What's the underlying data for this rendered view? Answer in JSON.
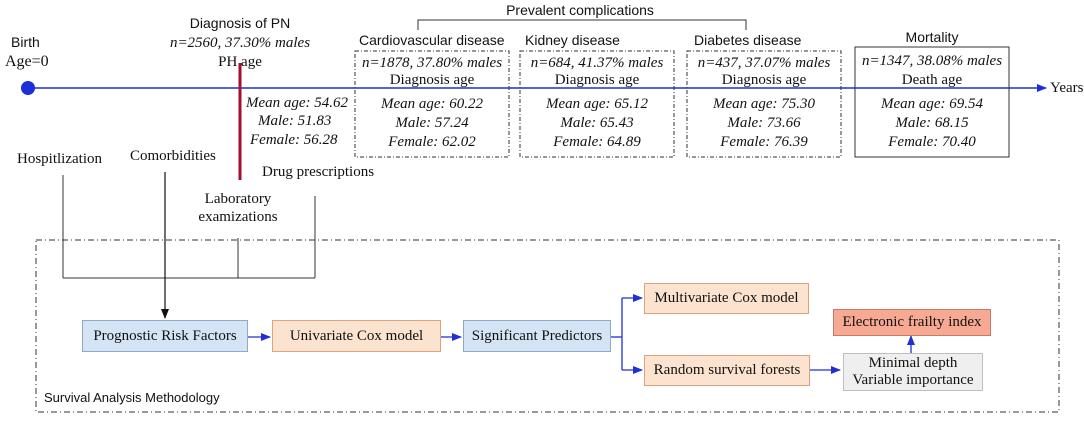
{
  "timeline": {
    "birth_label": "Birth",
    "age_label": "Age=0",
    "years_label": "Years"
  },
  "diagnosis": {
    "title": "Diagnosis of PN",
    "cohort": "n=2560, 37.30% males",
    "ph_age": "PH age",
    "mean": "Mean age: 54.62",
    "male": "Male: 51.83",
    "female": "Female: 56.28"
  },
  "complications": {
    "title": "Prevalent complications",
    "items": [
      {
        "name": "Cardiovascular disease",
        "cohort": "n=1878, 37.80% males",
        "age_title": "Diagnosis age",
        "mean": "Mean age: 60.22",
        "male": "Male: 57.24",
        "female": "Female: 62.02"
      },
      {
        "name": "Kidney disease",
        "cohort": "n=684, 41.37% males",
        "age_title": "Diagnosis age",
        "mean": "Mean age: 65.12",
        "male": "Male: 65.43",
        "female": "Female: 64.89"
      },
      {
        "name": "Diabetes disease",
        "cohort": "n=437, 37.07% males",
        "age_title": "Diagnosis age",
        "mean": "Mean age: 75.30",
        "male": "Male: 73.66",
        "female": "Female: 76.39"
      }
    ]
  },
  "mortality": {
    "title": "Mortality",
    "cohort": "n=1347, 38.08% males",
    "age_title": "Death age",
    "mean": "Mean age: 69.54",
    "male": "Male: 68.15",
    "female": "Female: 70.40"
  },
  "data_sources": {
    "hospitalization": "Hospitlization",
    "comorbidities": "Comorbidities",
    "drug": "Drug prescriptions",
    "lab_line1": "Laboratory",
    "lab_line2": "examizations"
  },
  "method": {
    "frame_label": "Survival Analysis Methodology",
    "prognostic": "Prognostic Risk Factors",
    "univariate": "Univariate Cox model",
    "significant": "Significant Predictors",
    "multivariate": "Multivariate Cox model",
    "rsf": "Random survival forests",
    "efi": "Electronic frailty index",
    "mindepth_line1": "Minimal depth",
    "mindepth_line2": "Variable importance"
  },
  "colors": {
    "timeline": "#1f2fd6",
    "ph_marker": "#a01030",
    "arrow": "#1f2fd6",
    "blue_box": "#d5e4f4",
    "orange_box": "#fbe3cf",
    "red_box": "#f8a994",
    "grey_box": "#efefef"
  }
}
